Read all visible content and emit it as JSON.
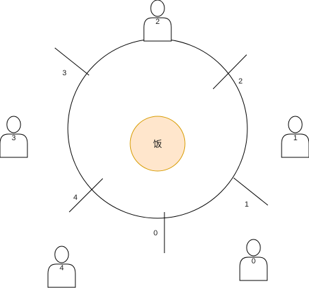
{
  "colors": {
    "outline": "#000000",
    "rice_fill": "#ffe6cc",
    "rice_stroke": "#d79b00"
  },
  "center": {
    "label": "饭"
  },
  "people": [
    {
      "id": "2",
      "icon": "person-icon"
    },
    {
      "id": "1",
      "icon": "person-icon"
    },
    {
      "id": "0",
      "icon": "person-icon"
    },
    {
      "id": "4",
      "icon": "person-icon"
    },
    {
      "id": "3",
      "icon": "person-icon"
    }
  ],
  "chopsticks": [
    {
      "label": "2"
    },
    {
      "label": "1"
    },
    {
      "label": "0"
    },
    {
      "label": "4"
    },
    {
      "label": "3"
    }
  ]
}
